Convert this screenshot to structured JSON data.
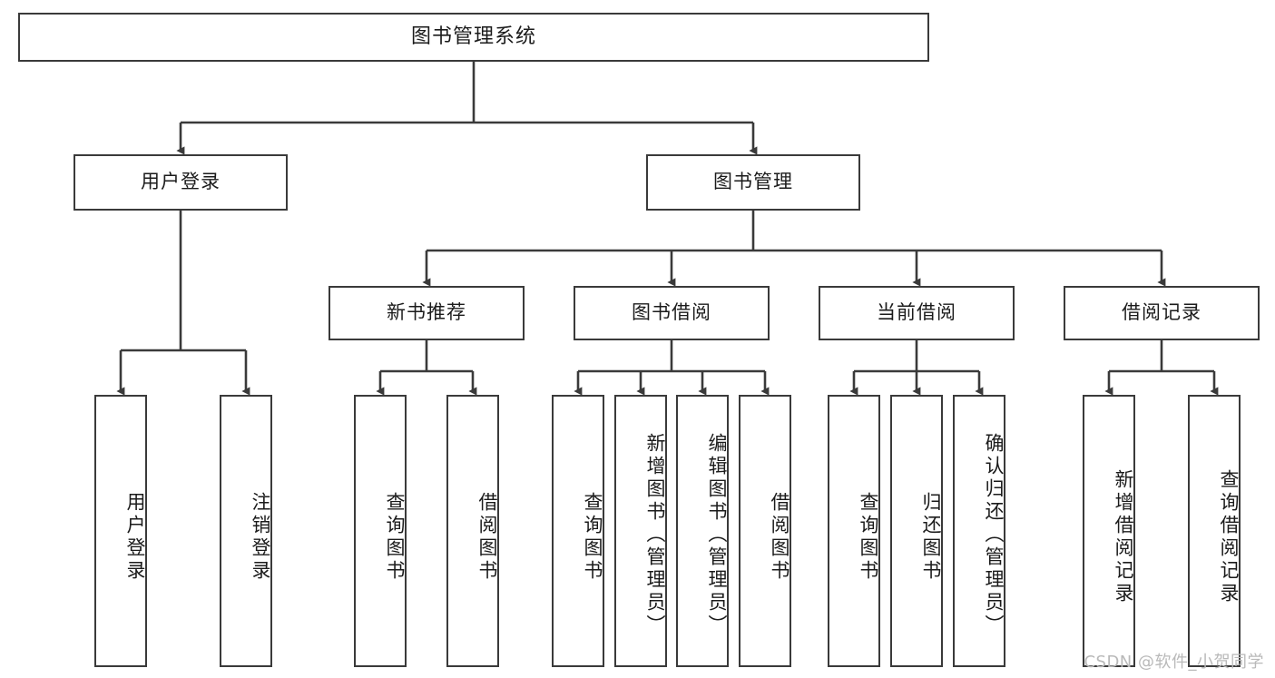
{
  "diagram": {
    "title": "图书管理系统",
    "type": "tree-hierarchy-chart",
    "colors": {
      "box_border": "#3a3a3a",
      "box_fill": "#ffffff",
      "connector": "#3a3a3a",
      "text": "#1b1b1b",
      "watermark": "#b9b9b9",
      "background": "#ffffff"
    },
    "root": {
      "label": "图书管理系统"
    },
    "level2": [
      {
        "id": "user-login",
        "label": "用户登录"
      },
      {
        "id": "book-management",
        "label": "图书管理"
      }
    ],
    "level3": [
      {
        "id": "new-book-recommend",
        "label": "新书推荐"
      },
      {
        "id": "book-borrow",
        "label": "图书借阅"
      },
      {
        "id": "current-borrow",
        "label": "当前借阅"
      },
      {
        "id": "borrow-record",
        "label": "借阅记录"
      }
    ],
    "leaves": {
      "user_login": [
        {
          "id": "leaf-user-login",
          "label": "用户登录"
        },
        {
          "id": "leaf-logout-login",
          "label": "注销登录"
        }
      ],
      "new_book_recommend": [
        {
          "id": "leaf-query-book-1",
          "label": "查询图书"
        },
        {
          "id": "leaf-borrow-book-1",
          "label": "借阅图书"
        }
      ],
      "book_borrow": [
        {
          "id": "leaf-query-book-2",
          "label": "查询图书"
        },
        {
          "id": "leaf-add-book",
          "label": "新增图书（管理员）"
        },
        {
          "id": "leaf-edit-book",
          "label": "编辑图书（管理员）"
        },
        {
          "id": "leaf-borrow-book-2",
          "label": "借阅图书"
        }
      ],
      "current_borrow": [
        {
          "id": "leaf-query-book-3",
          "label": "查询图书"
        },
        {
          "id": "leaf-return-book",
          "label": "归还图书"
        },
        {
          "id": "leaf-confirm-return",
          "label": "确认归还（管理员）"
        }
      ],
      "borrow_record": [
        {
          "id": "leaf-add-record",
          "label": "新增借阅记录"
        },
        {
          "id": "leaf-query-record",
          "label": "查询借阅记录"
        }
      ]
    }
  },
  "watermark": {
    "text": "CSDN @软件_小贺同学"
  }
}
